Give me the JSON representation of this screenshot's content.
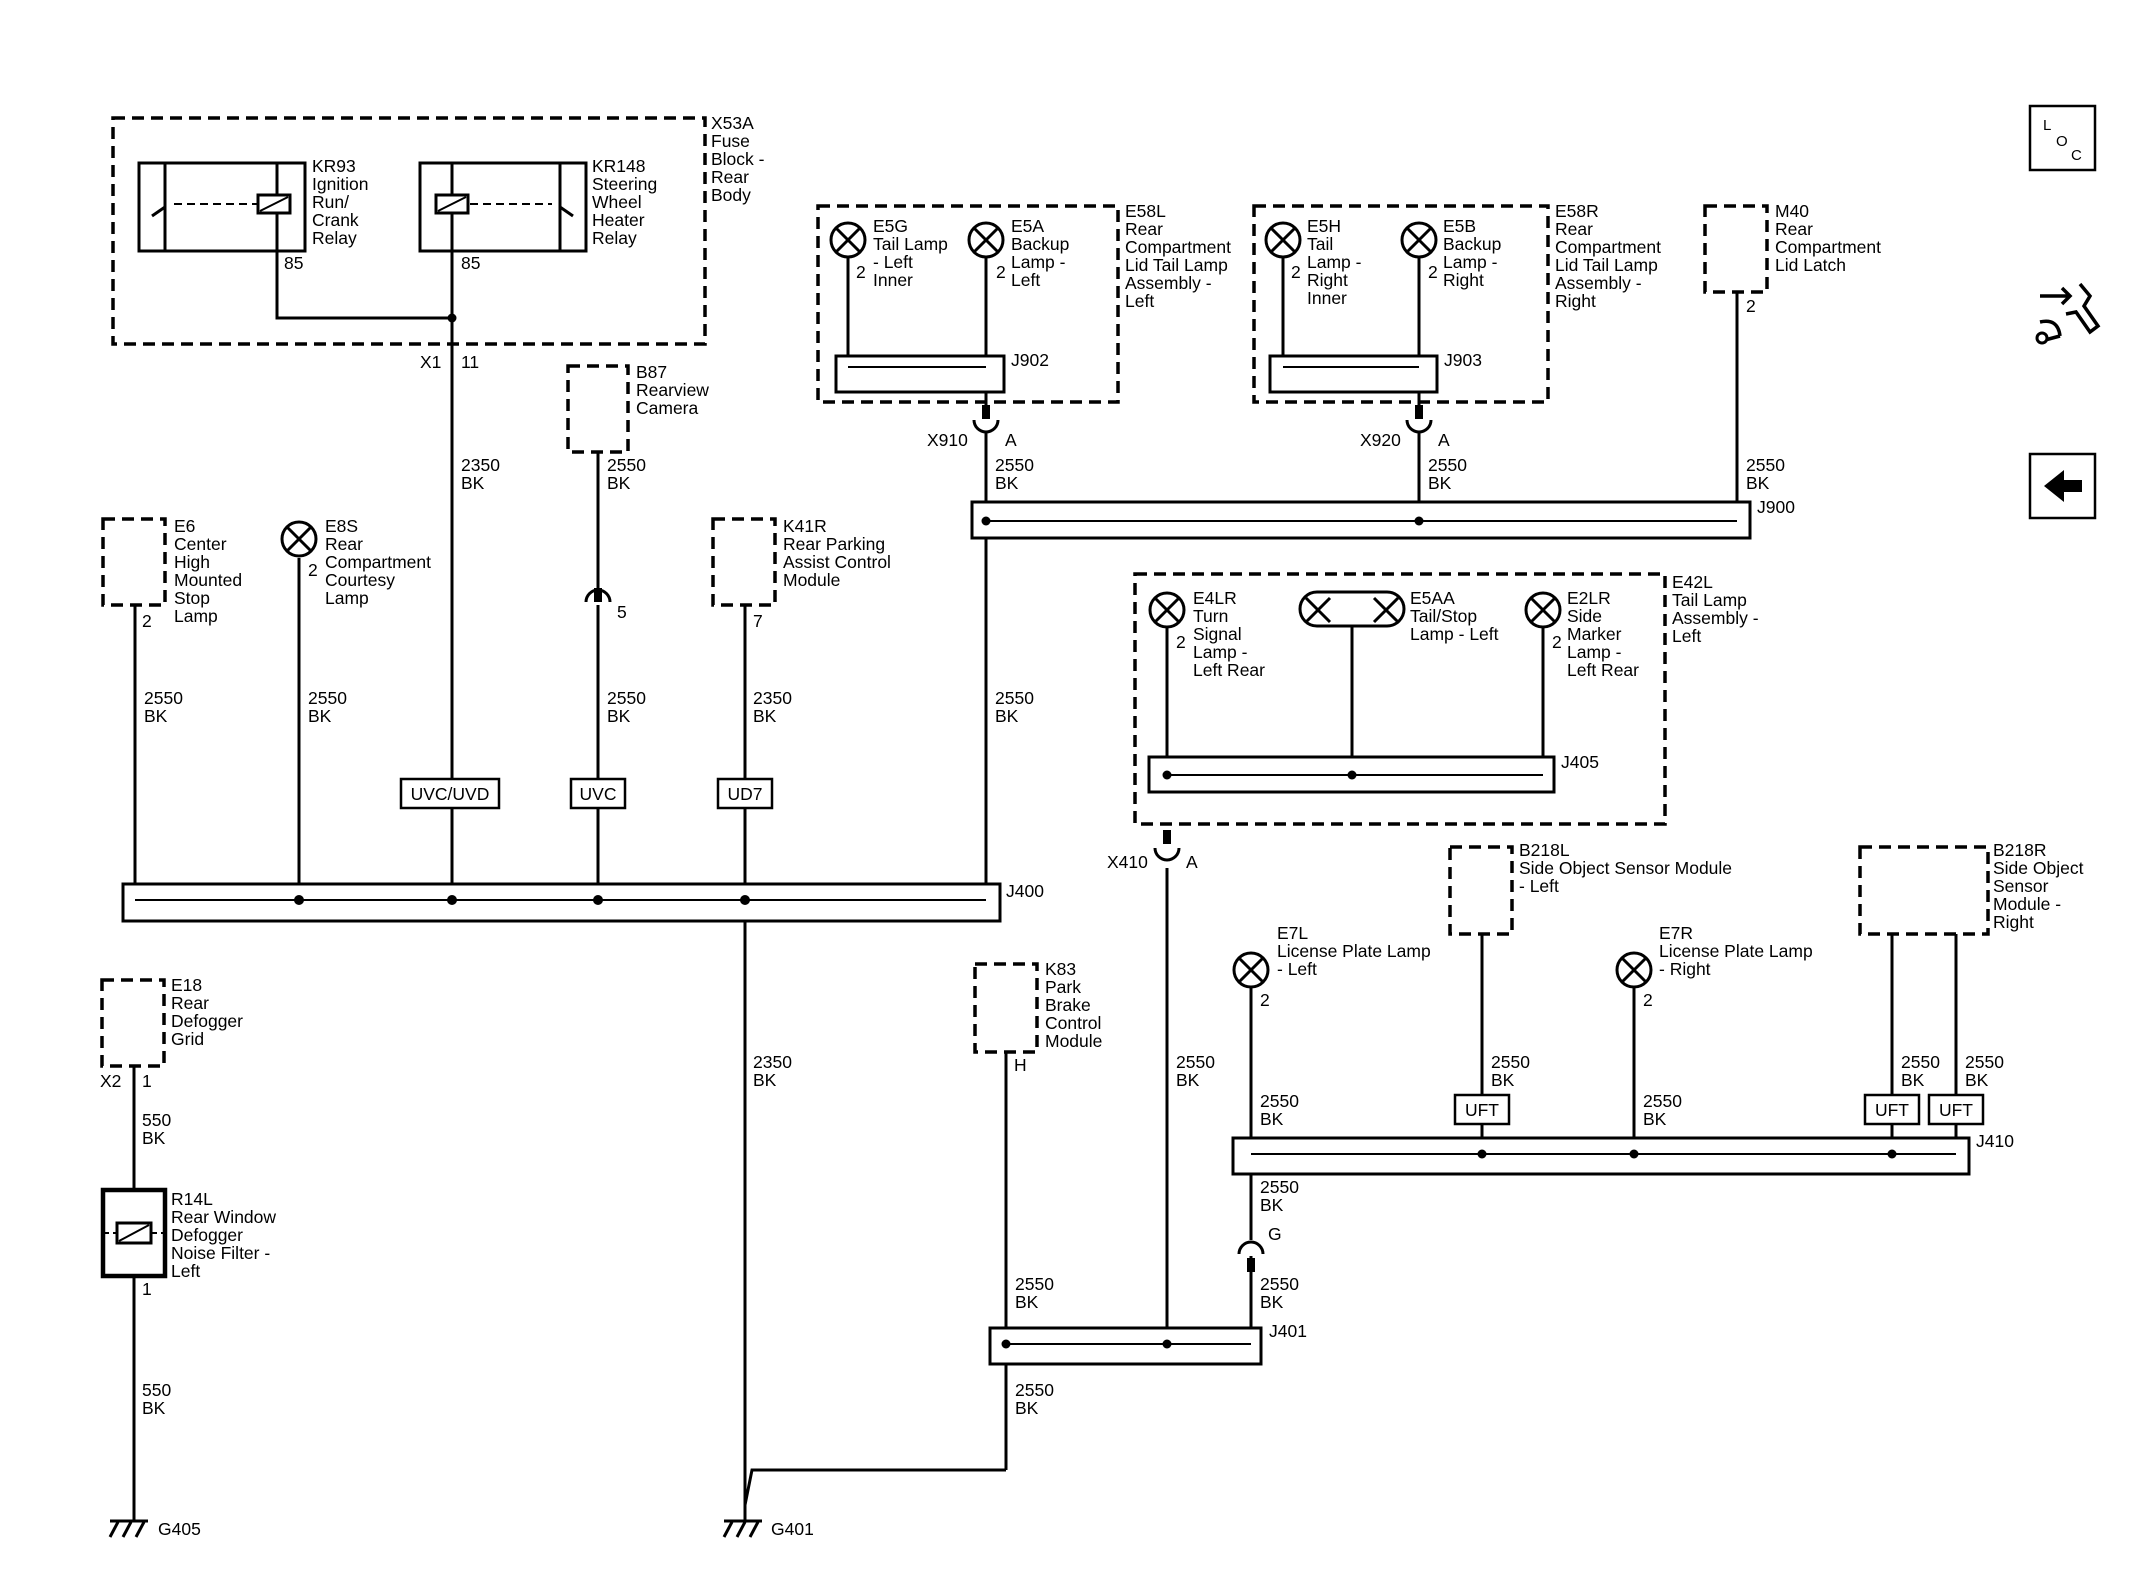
{
  "components": {
    "x53a": [
      "X53A",
      "Fuse",
      "Block -",
      "Rear",
      "Body"
    ],
    "kr93": [
      "KR93",
      "Ignition",
      "Run/",
      "Crank",
      "Relay"
    ],
    "kr148": [
      "KR148",
      "Steering",
      "Wheel",
      "Heater",
      "Relay"
    ],
    "b87": [
      "B87",
      "Rearview",
      "Camera"
    ],
    "e6": [
      "E6",
      "Center",
      "High",
      "Mounted",
      "Stop",
      "Lamp"
    ],
    "e8s": [
      "E8S",
      "Rear",
      "Compartment",
      "Courtesy",
      "Lamp"
    ],
    "k41r": [
      "K41R",
      "Rear Parking",
      "Assist Control",
      "Module"
    ],
    "e58l": [
      "E58L",
      "Rear",
      "Compartment",
      "Lid Tail Lamp",
      "Assembly -",
      "Left"
    ],
    "e5g": [
      "E5G",
      "Tail Lamp",
      "- Left",
      "Inner"
    ],
    "e5a": [
      "E5A",
      "Backup",
      "Lamp -",
      "Left"
    ],
    "e58r": [
      "E58R",
      "Rear",
      "Compartment",
      "Lid Tail Lamp",
      "Assembly -",
      "Right"
    ],
    "e5h": [
      "E5H",
      "Tail",
      "Lamp -",
      "Right",
      "Inner"
    ],
    "e5b": [
      "E5B",
      "Backup",
      "Lamp -",
      "Right"
    ],
    "m40": [
      "M40",
      "Rear",
      "Compartment",
      "Lid Latch"
    ],
    "e42l": [
      "E42L",
      "Tail Lamp",
      "Assembly -",
      "Left"
    ],
    "e4lr": [
      "E4LR",
      "Turn",
      "Signal",
      "Lamp -",
      "Left Rear"
    ],
    "e5aa": [
      "E5AA",
      "Tail/Stop",
      "Lamp - Left"
    ],
    "e2lr": [
      "E2LR",
      "Side",
      "Marker",
      "Lamp -",
      "Left Rear"
    ],
    "b218l": [
      "B218L",
      "Side Object Sensor Module",
      "- Left"
    ],
    "b218r": [
      "B218R",
      "Side Object",
      "Sensor",
      "Module -",
      "Right"
    ],
    "e7l": [
      "E7L",
      "License Plate Lamp",
      "- Left"
    ],
    "e7r": [
      "E7R",
      "License Plate Lamp",
      "- Right"
    ],
    "e18": [
      "E18",
      "Rear",
      "Defogger",
      "Grid"
    ],
    "r14l": [
      "R14L",
      "Rear Window",
      "Defogger",
      "Noise Filter -",
      "Left"
    ],
    "k83": [
      "K83",
      "Park",
      "Brake",
      "Control",
      "Module"
    ]
  },
  "splices": [
    "J400",
    "J401",
    "J405",
    "J410",
    "J900",
    "J902",
    "J903"
  ],
  "connectors": {
    "x1": "X1",
    "x1_pin": "11",
    "x910": "X910",
    "x910_pin": "A",
    "x920": "X920",
    "x920_pin": "A",
    "x410": "X410",
    "x410_pin": "A",
    "x2": "X2",
    "x2_pin": "1",
    "g_pin": "G"
  },
  "pins": {
    "kr93": "85",
    "kr148": "85",
    "e5g": "2",
    "e5a": "2",
    "e5h": "2",
    "e5b": "2",
    "m40": "2",
    "e8s": "2",
    "e6": "2",
    "b87_inline": "5",
    "k41r": "7",
    "e4lr": "2",
    "e2lr": "2",
    "e7l": "2",
    "e7r": "2",
    "r14l": "1",
    "k83": "H"
  },
  "wire_labels": {
    "circuit_2350": "2350",
    "circuit_2550": "2550",
    "circuit_550": "550",
    "color_bk": "BK"
  },
  "tags": {
    "uvc_uvd": "UVC/UVD",
    "uvc": "UVC",
    "ud7": "UD7",
    "uft": "UFT"
  },
  "grounds": {
    "g405": "G405",
    "g401": "G401"
  },
  "toolbar": {
    "loc_l": "L",
    "loc_o": "O",
    "loc_c": "C",
    "loc_icon": "loc-icon",
    "connector_icon": "connector-tool-icon",
    "back_icon": "back-arrow-icon"
  }
}
